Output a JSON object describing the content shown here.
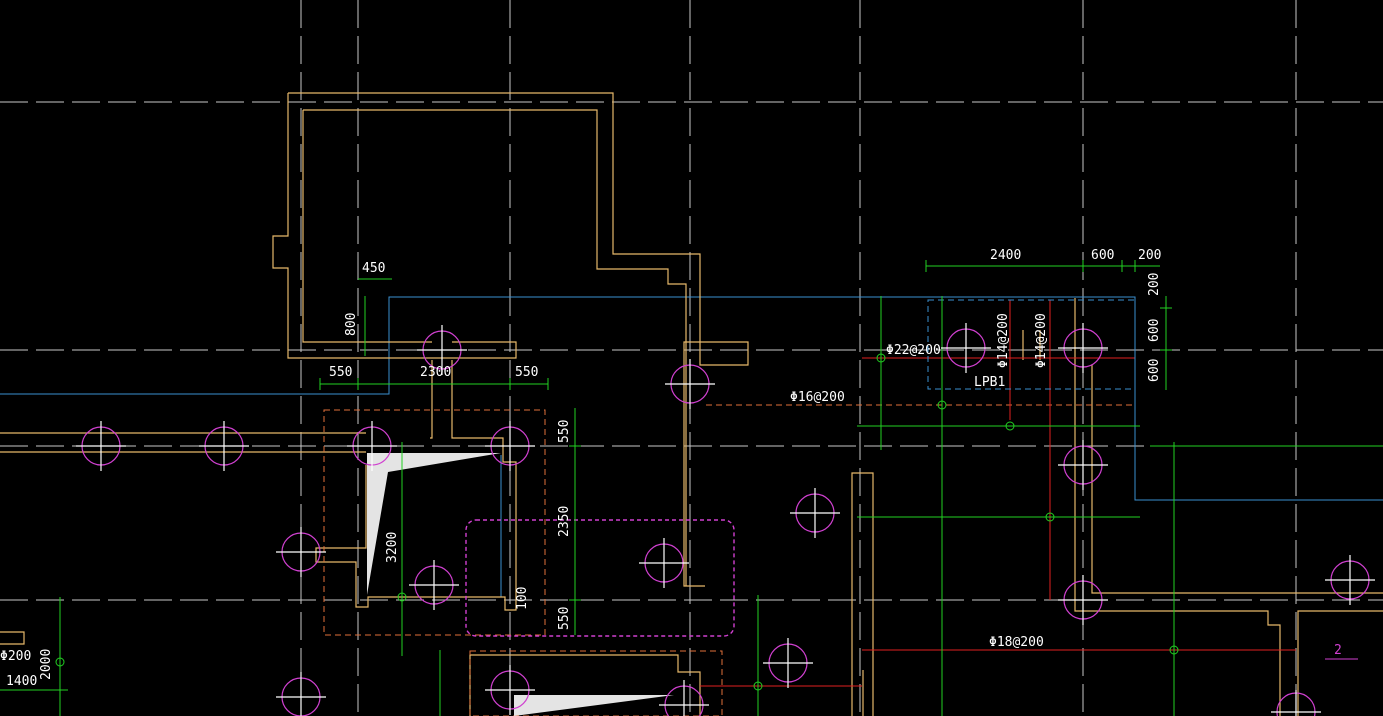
{
  "colors": {
    "background": "#000000",
    "axis_grid": "#c8c8c8",
    "wall_outline": "#e6b86a",
    "pile_circle": "#d040d0",
    "dimension": "#22d022",
    "text": "#ffffff",
    "blue_line": "#3a8fd0",
    "red_rebar": "#e02020",
    "fill_triangle": "#e4e4e4"
  },
  "dimensions": {
    "d450": "450",
    "d800": "800",
    "d550_left": "550",
    "d2300": "2300",
    "d550_right": "550",
    "d550_v_top": "550",
    "d2350": "2350",
    "d550_v_bottom": "550",
    "d3200": "3200",
    "d100": "100",
    "d2400": "2400",
    "d600_h": "600",
    "d200_h": "200",
    "d200_v": "200",
    "d600_v_top": "600",
    "d600_v_bottom": "600",
    "d2000": "2000",
    "d1400": "1400"
  },
  "rebar_labels": {
    "phi22_200": "Φ22@200",
    "phi16_200": "Φ16@200",
    "phi14_200_a": "Φ14@200",
    "phi14_200_b": "Φ14@200",
    "phi18_200": "Φ18@200",
    "phi_200_left": "Φ200"
  },
  "element_labels": {
    "lpb1": "LPB1",
    "section_2": "2"
  }
}
